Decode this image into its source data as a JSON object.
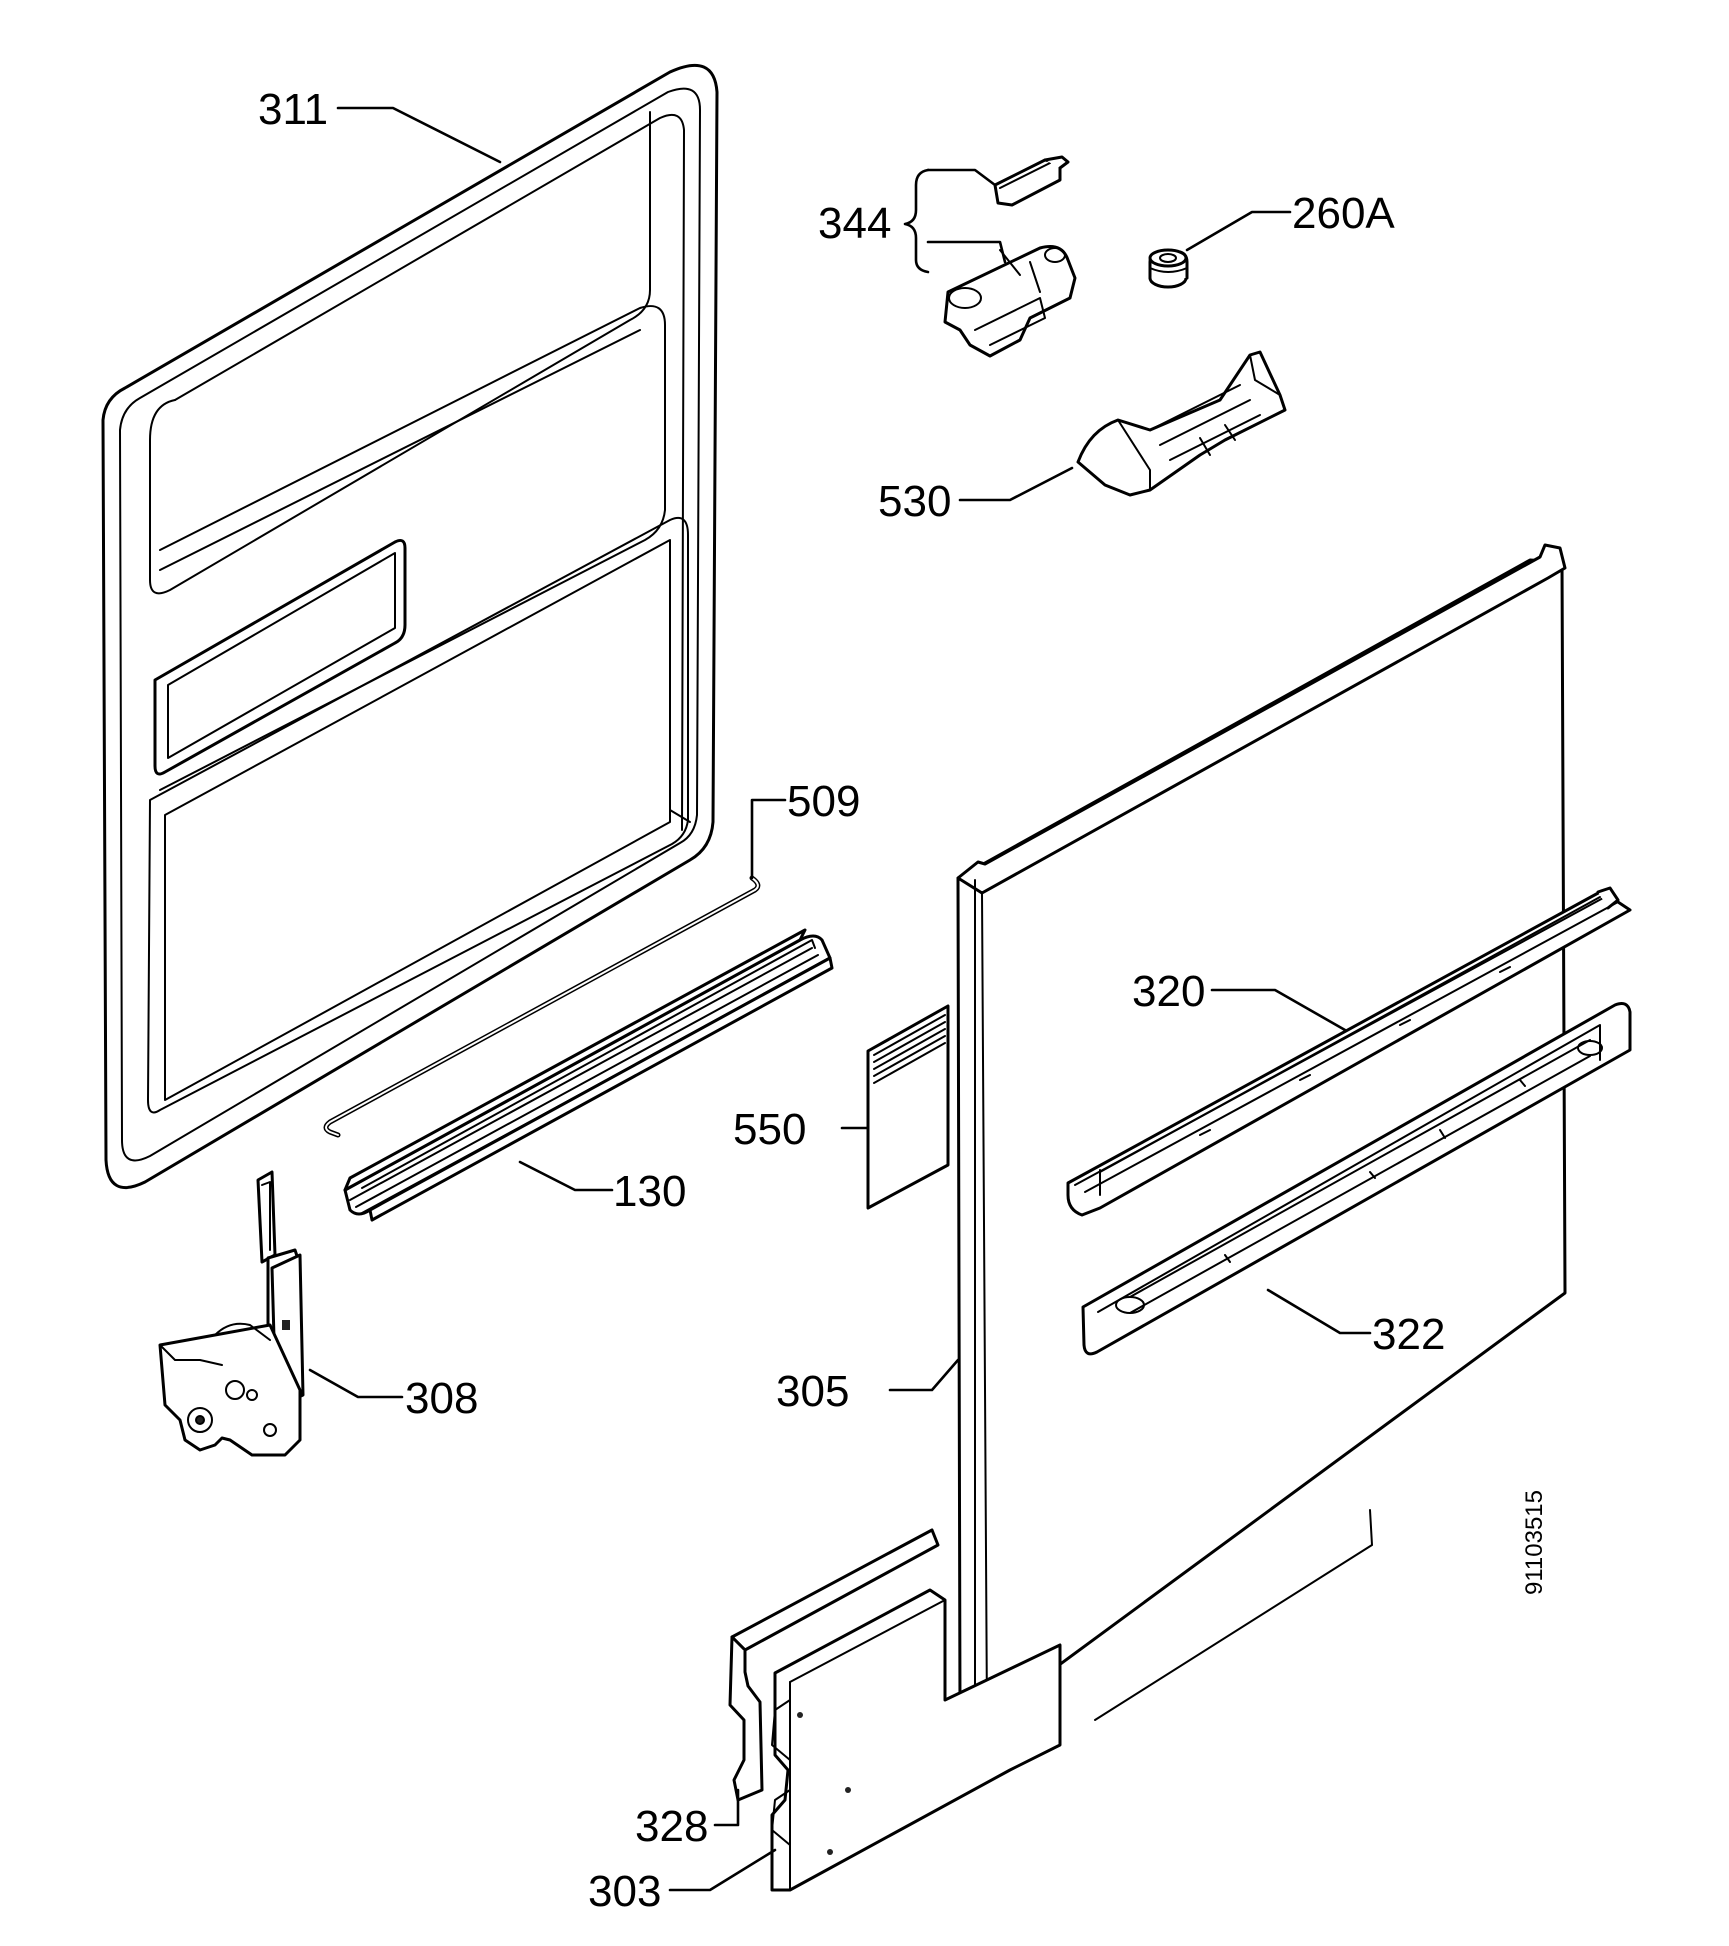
{
  "diagram": {
    "reference_number": "91103515",
    "callouts": [
      {
        "id": "311",
        "text": "311"
      },
      {
        "id": "344",
        "text": "344"
      },
      {
        "id": "260A",
        "text": "260A"
      },
      {
        "id": "530",
        "text": "530"
      },
      {
        "id": "509",
        "text": "509"
      },
      {
        "id": "320",
        "text": "320"
      },
      {
        "id": "550",
        "text": "550"
      },
      {
        "id": "130",
        "text": "130"
      },
      {
        "id": "322",
        "text": "322"
      },
      {
        "id": "308",
        "text": "308"
      },
      {
        "id": "305",
        "text": "305"
      },
      {
        "id": "328",
        "text": "328"
      },
      {
        "id": "303",
        "text": "303"
      }
    ]
  }
}
